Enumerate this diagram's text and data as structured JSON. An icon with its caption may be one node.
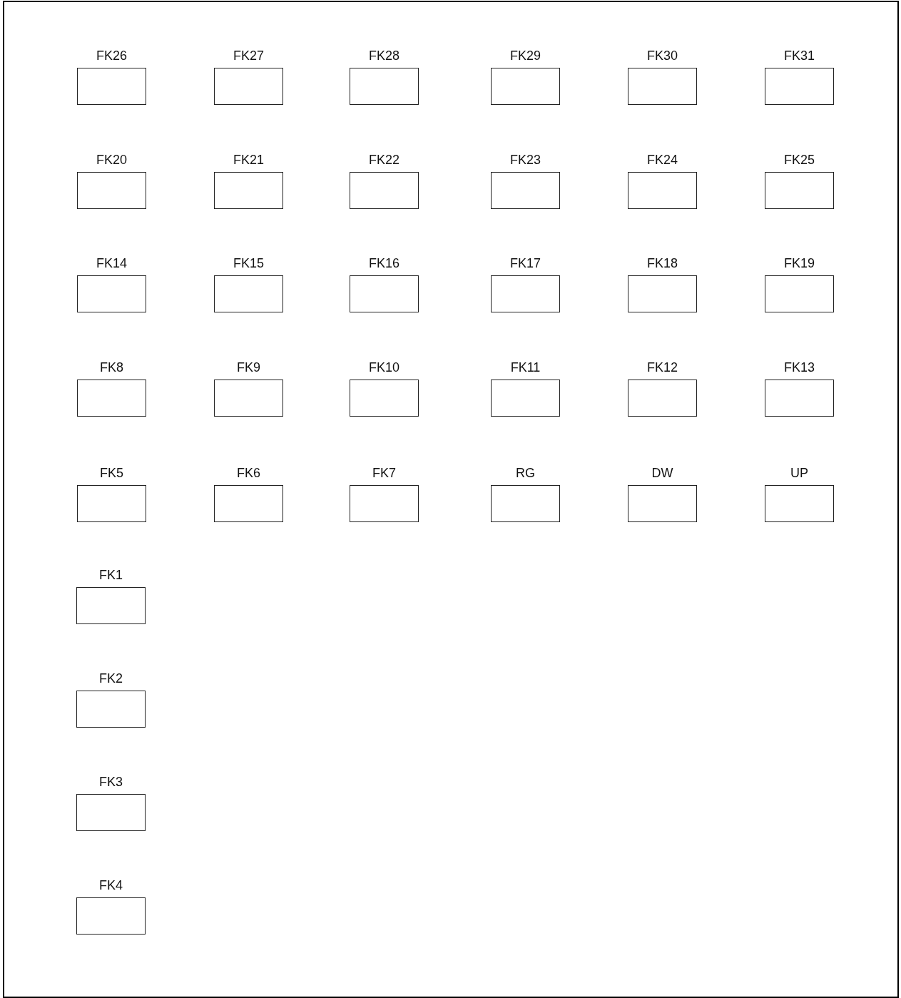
{
  "diagram": {
    "nodes": [
      {
        "text": [
          "FK26"
        ]
      },
      {
        "text": [
          "FK27"
        ]
      },
      {
        "text": [
          "FK28"
        ]
      },
      {
        "text": [
          "FK29"
        ]
      },
      {
        "text": [
          "FK30"
        ]
      },
      {
        "text": [
          "FK31"
        ]
      },
      {
        "text": [
          "FK20"
        ]
      },
      {
        "text": [
          "FK21"
        ]
      },
      {
        "text": [
          "FK22"
        ]
      },
      {
        "text": [
          "FK23"
        ]
      },
      {
        "text": [
          "FK24"
        ]
      },
      {
        "text": [
          "FK25"
        ]
      },
      {
        "text": [
          "FK14"
        ]
      },
      {
        "text": [
          "FK15"
        ]
      },
      {
        "text": [
          "FK16"
        ]
      },
      {
        "text": [
          "FK17"
        ]
      },
      {
        "text": [
          "FK18"
        ]
      },
      {
        "text": [
          "FK19"
        ]
      },
      {
        "text": [
          "FK8"
        ]
      },
      {
        "text": [
          "FK9"
        ]
      },
      {
        "text": [
          "FK10"
        ]
      },
      {
        "text": [
          "FK11"
        ]
      },
      {
        "text": [
          "FK12"
        ]
      },
      {
        "text": [
          "FK13"
        ]
      },
      {
        "text": [
          "FK5"
        ]
      },
      {
        "text": [
          "FK6"
        ]
      },
      {
        "text": [
          "FK7"
        ]
      },
      {
        "text": [
          "RG"
        ]
      },
      {
        "text": [
          "DW"
        ]
      },
      {
        "text": [
          "UP"
        ]
      },
      {
        "text": [
          "FK1"
        ]
      },
      {
        "text": [
          "FK2"
        ]
      },
      {
        "text": [
          "FK3"
        ]
      },
      {
        "text": [
          "FK4"
        ]
      }
    ]
  }
}
